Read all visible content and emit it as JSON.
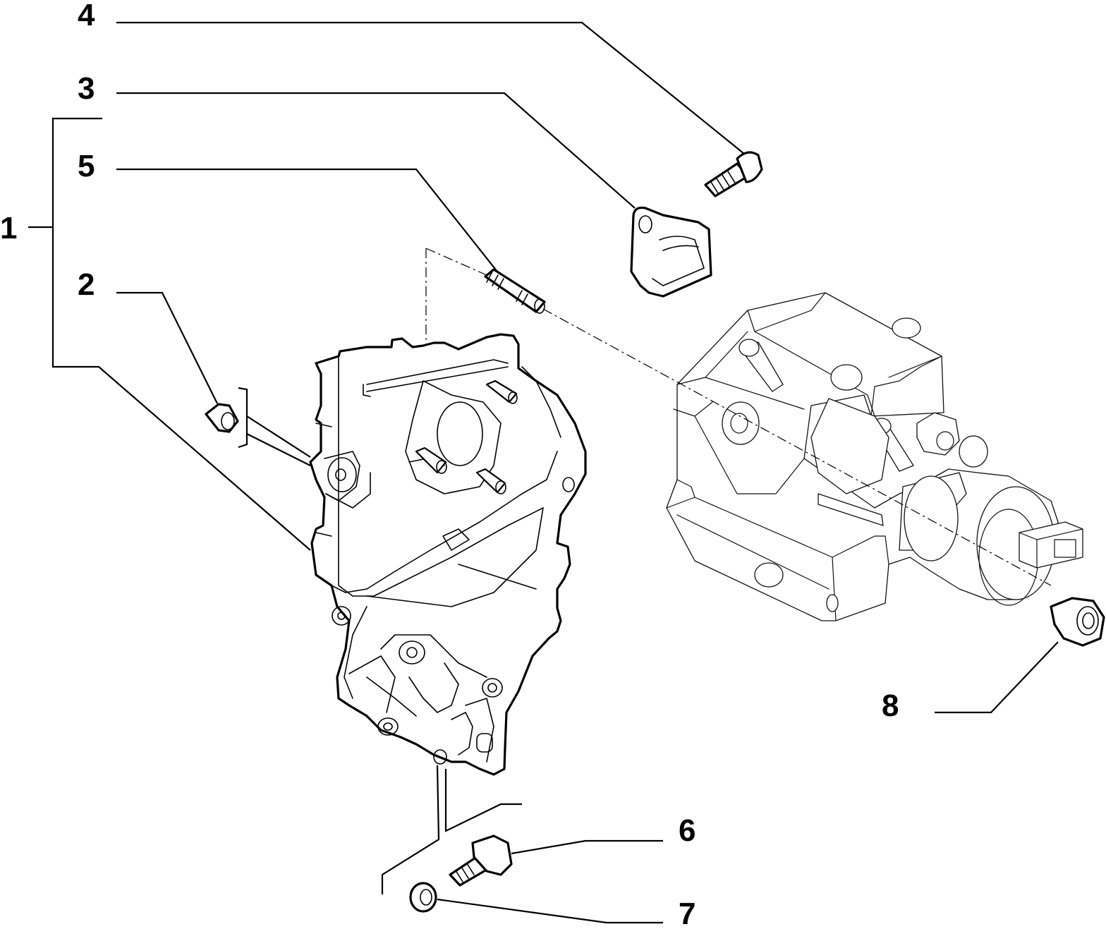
{
  "callouts": [
    {
      "id": "1",
      "label": "1"
    },
    {
      "id": "2",
      "label": "2"
    },
    {
      "id": "3",
      "label": "3"
    },
    {
      "id": "4",
      "label": "4"
    },
    {
      "id": "5",
      "label": "5"
    },
    {
      "id": "6",
      "label": "6"
    },
    {
      "id": "7",
      "label": "7"
    },
    {
      "id": "8",
      "label": "8"
    }
  ],
  "parts": [
    {
      "callout": "1",
      "name": "timing-cover-assembly-icon"
    },
    {
      "callout": "2",
      "name": "bushing-icon"
    },
    {
      "callout": "3",
      "name": "bracket-clamp-icon"
    },
    {
      "callout": "4",
      "name": "bolt-icon"
    },
    {
      "callout": "5",
      "name": "stud-icon"
    },
    {
      "callout": "6",
      "name": "flange-bolt-icon"
    },
    {
      "callout": "7",
      "name": "washer-icon"
    },
    {
      "callout": "8",
      "name": "flange-nut-icon"
    }
  ],
  "colors": {
    "line": "#000000",
    "background": "#ffffff"
  }
}
